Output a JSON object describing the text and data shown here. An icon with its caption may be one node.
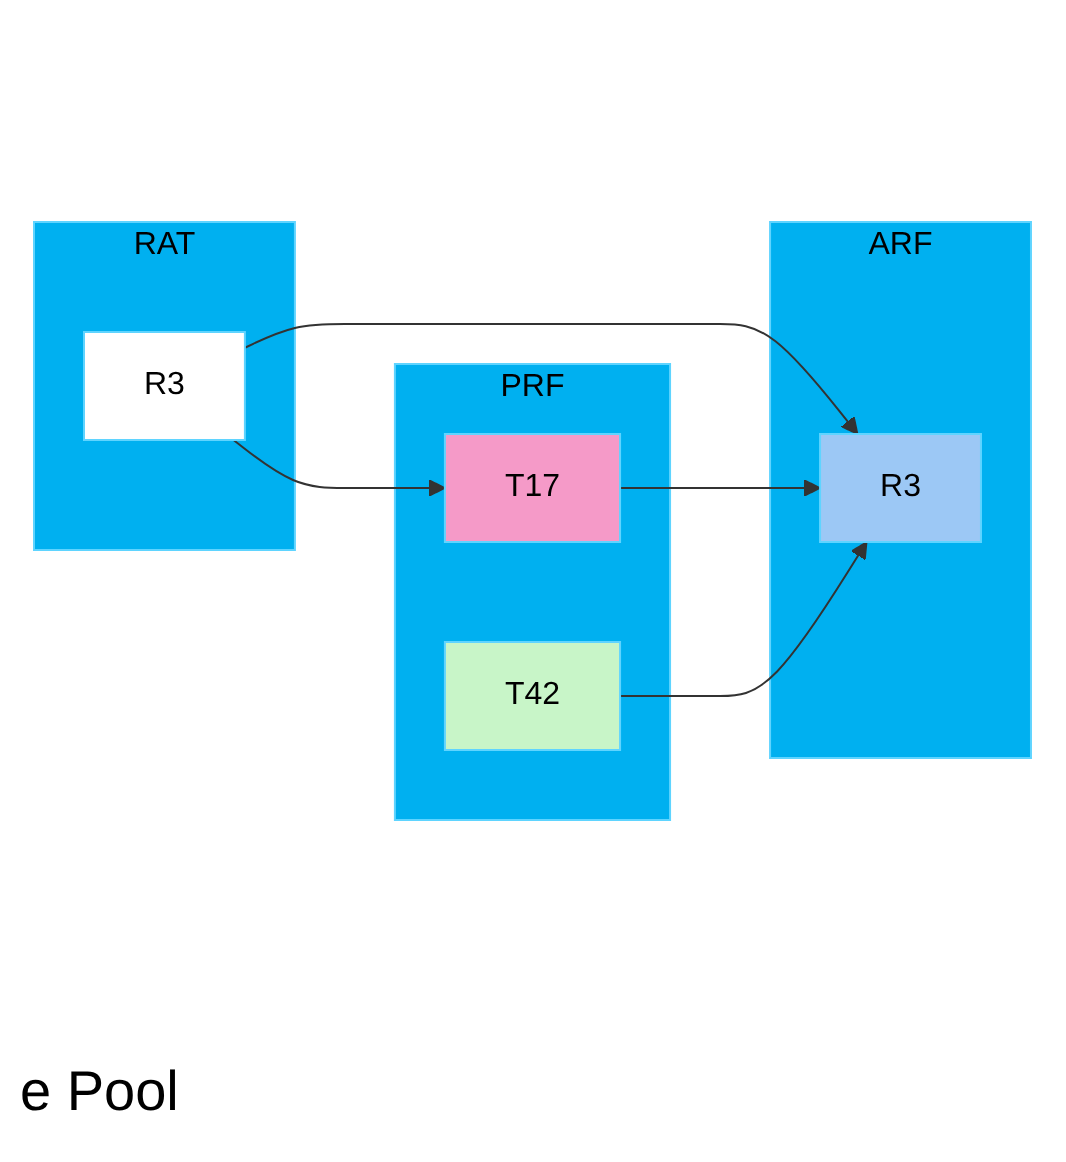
{
  "diagram": {
    "nodes": [
      {
        "text": [
          "RAT"
        ]
      },
      {
        "text": [
          "R3"
        ],
        "in": 0
      },
      {
        "text": [
          "ARF"
        ]
      },
      {
        "text": [
          "R3"
        ],
        "in": 2
      },
      {
        "text": [
          "PRF"
        ]
      },
      {
        "text": [
          "T17"
        ],
        "in": 4
      },
      {
        "text": [
          "T42"
        ],
        "in": 4
      }
    ],
    "edges": [
      {
        "from": 1,
        "to": 3,
        "arrow": "to"
      },
      {
        "from": 1,
        "to": 5,
        "arrow": "to"
      },
      {
        "from": 5,
        "to": 3,
        "arrow": "to"
      },
      {
        "from": 6,
        "to": 3,
        "arrow": "to"
      }
    ],
    "labels": [
      "e Pool"
    ]
  }
}
